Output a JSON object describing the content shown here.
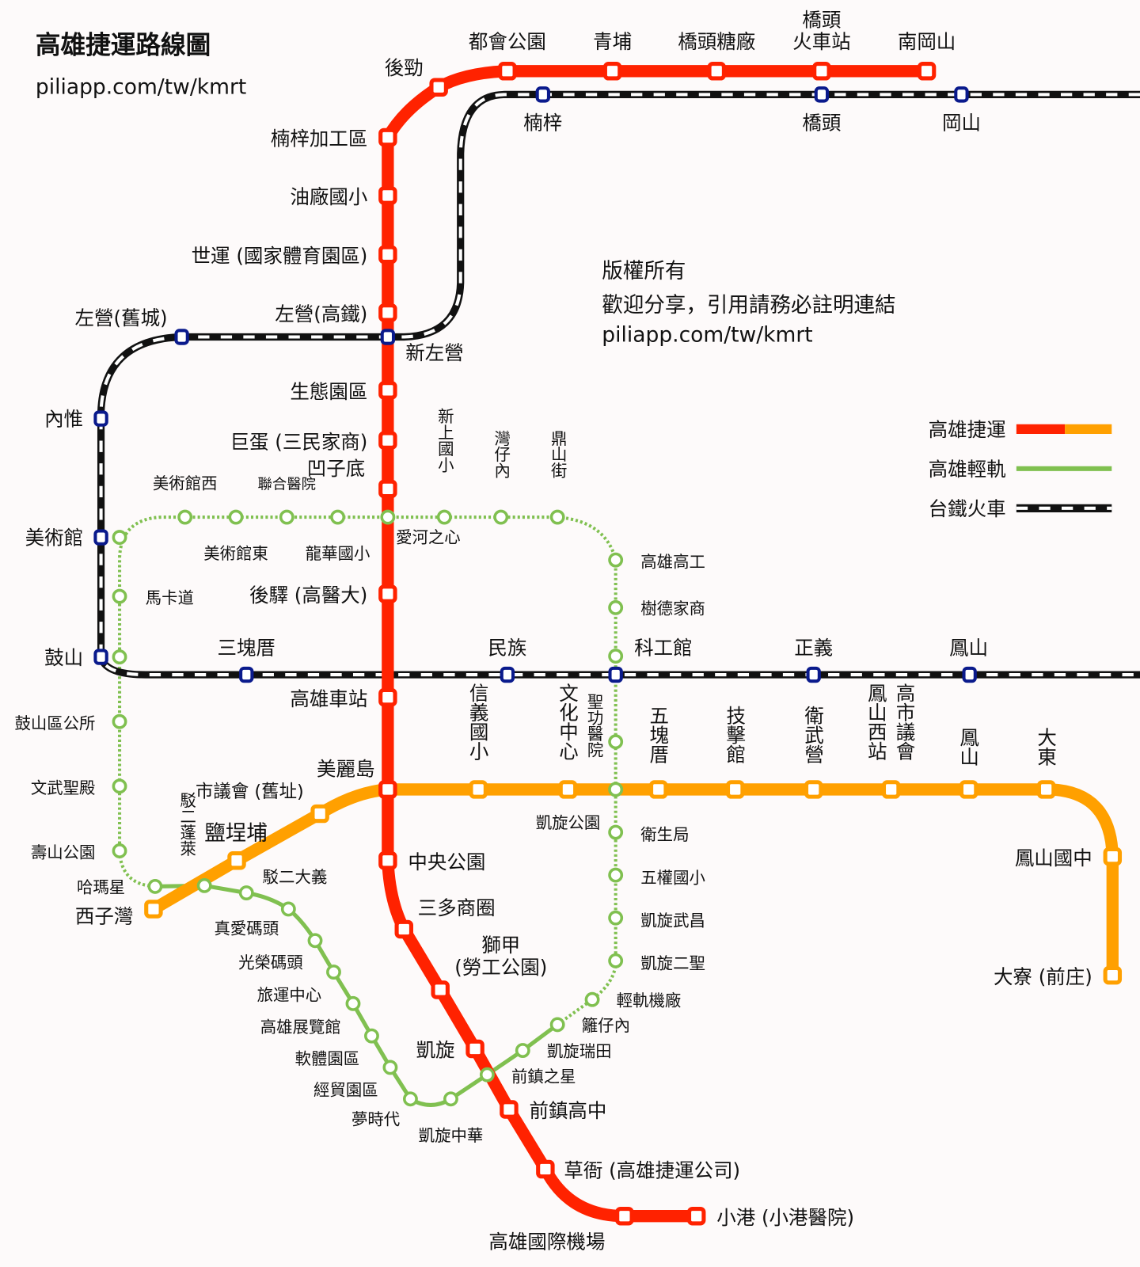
{
  "header": {
    "title": "高雄捷運路線圖",
    "url": "piliapp.com/tw/kmrt"
  },
  "notice": {
    "line1": "版權所有",
    "line2": "歡迎分享，引用請務必註明連結",
    "line3": "piliapp.com/tw/kmrt"
  },
  "legend": {
    "mrt": "高雄捷運",
    "lrt": "高雄輕軌",
    "rail": "台鐵火車"
  },
  "colors": {
    "red_line": "#ff2200",
    "orange_line": "#ffa000",
    "light_rail": "#80c050",
    "rail_station": "#0a1a8c",
    "rail_track": "#111111"
  },
  "lines": {
    "red": {
      "stations": [
        "南岡山",
        "橋頭火車站",
        "橋頭糖廠",
        "青埔",
        "都會公園",
        "後勁",
        "楠梓加工區",
        "油廠國小",
        "世運 (國家體育園區)",
        "左營(高鐵)",
        "生態園區",
        "巨蛋 (三民家商)",
        "凹子底",
        "後驛 (高醫大)",
        "高雄車站",
        "美麗島",
        "中央公園",
        "三多商圈",
        "獅甲 (勞工公園)",
        "凱旋",
        "前鎮高中",
        "草衙 (高雄捷運公司)",
        "高雄國際機場",
        "小港 (小港醫院)"
      ]
    },
    "orange": {
      "stations": [
        "西子灣",
        "鹽埕埔",
        "市議會 (舊址)",
        "信義國小",
        "文化中心",
        "五塊厝",
        "技擊館",
        "衛武營",
        "鳳山西站",
        "高市議會",
        "鳳山",
        "大東",
        "鳳山國中",
        "大寮 (前庄)"
      ]
    },
    "rail": {
      "stations": [
        "楠梓",
        "橋頭",
        "岡山",
        "新左營",
        "左營(舊城)",
        "內惟",
        "美術館",
        "鼓山",
        "三塊厝",
        "民族",
        "科工館",
        "正義",
        "鳳山"
      ]
    },
    "lrt": {
      "stations": [
        "美術館西",
        "美術館東",
        "聯合醫院",
        "龍華國小",
        "愛河之心",
        "新上國小",
        "灣仔內",
        "鼎山街",
        "高雄高工",
        "樹德家商",
        "聖功醫院",
        "凱旋公園",
        "衛生局",
        "五權國小",
        "凱旋武昌",
        "凱旋二聖",
        "輕軌機廠",
        "籬仔內",
        "凱旋瑞田",
        "前鎮之星",
        "凱旋中華",
        "夢時代",
        "經貿園區",
        "軟體園區",
        "高雄展覽館",
        "旅運中心",
        "光榮碼頭",
        "真愛碼頭",
        "駁二大義",
        "駁二蓬萊",
        "哈瑪星",
        "壽山公園",
        "文武聖殿",
        "鼓山區公所",
        "馬卡道"
      ]
    }
  }
}
